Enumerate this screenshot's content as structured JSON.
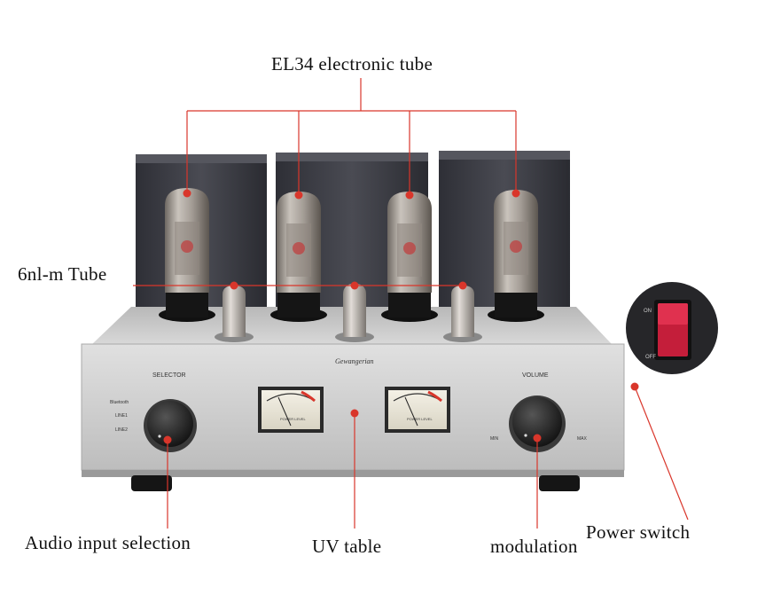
{
  "callouts": {
    "el34": "EL34 electronic tube",
    "sixnl": "6nl-m Tube",
    "audio_input": "Audio input selection",
    "uv_table": "UV table",
    "modulation": "modulation",
    "power_switch": "Power switch"
  },
  "panel_labels": {
    "selector": "SELECTOR",
    "volume": "VOLUME",
    "bluetooth": "Bluetooth",
    "line1": "LINE1",
    "line2": "LINE2",
    "min": "MIN",
    "max": "MAX",
    "brand": "Gewangerian",
    "switch_on": "ON",
    "switch_off": "OFF",
    "meter_label": "POWER LEVEL"
  },
  "colors": {
    "accent": "#d9362b",
    "chassis": "#c9c9c9",
    "transformer": "#3a3a40",
    "tube_glass": "#b9b4ae",
    "knob": "#222222"
  }
}
